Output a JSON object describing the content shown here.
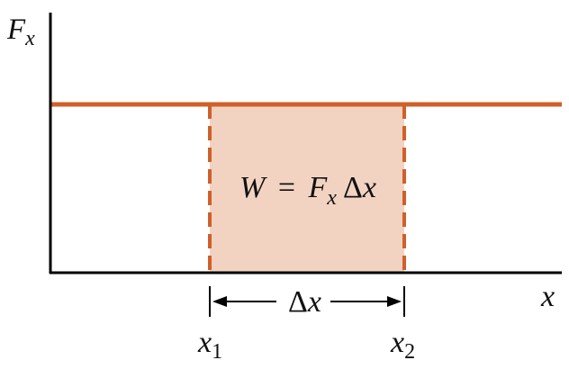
{
  "diagram": {
    "y_axis_symbol": "F",
    "y_axis_subscript": "x",
    "x_axis_symbol": "x",
    "equation": {
      "lhs": "W",
      "equals": "=",
      "force_symbol": "F",
      "force_subscript": "x",
      "delta": "Δ",
      "delta_var": "x"
    },
    "interval": {
      "delta": "Δ",
      "delta_var": "x"
    },
    "left_bound": {
      "symbol": "x",
      "subscript": "1"
    },
    "right_bound": {
      "symbol": "x",
      "subscript": "2"
    },
    "colors": {
      "axis": "#000000",
      "force_line": "#d0602a",
      "area_fill": "#f2d3c1",
      "boundary_dash": "#d0602a",
      "text": "#111111"
    }
  }
}
